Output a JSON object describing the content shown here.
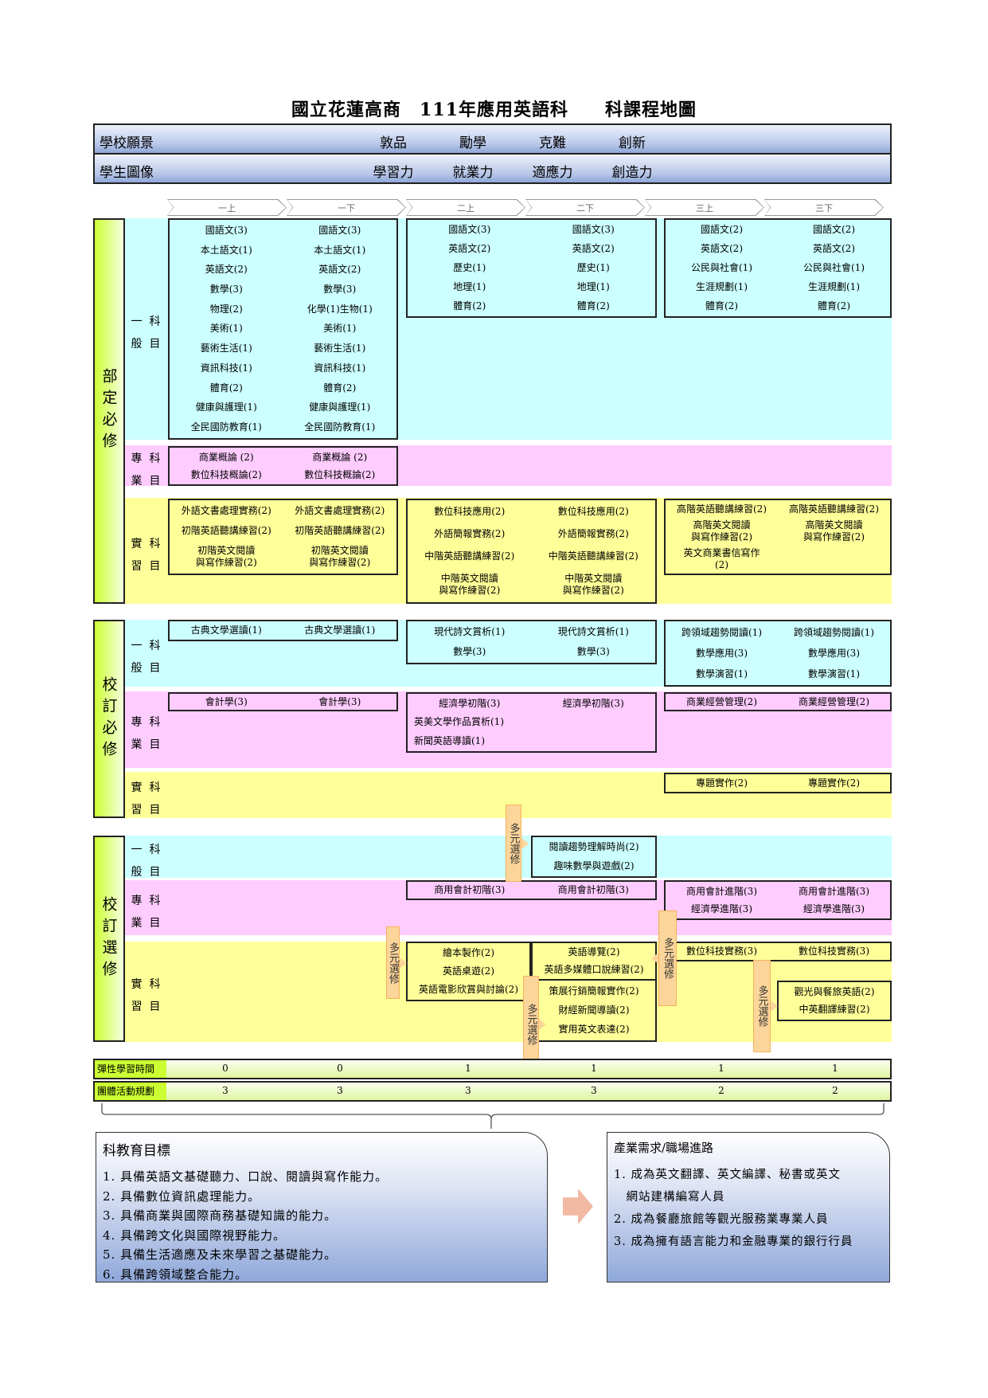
{
  "title": "國立花蓮高商　111年應用英語科　　科課程地圖",
  "vision": {
    "label": "學校願景",
    "values": [
      "敦品",
      "勵學",
      "克難",
      "創新"
    ]
  },
  "portrait": {
    "label": "學生圖像",
    "values": [
      "學習力",
      "就業力",
      "適應力",
      "創造力"
    ]
  },
  "semesters": [
    "一上",
    "一下",
    "二上",
    "二下",
    "三上",
    "三下"
  ],
  "sections": [
    {
      "label": "部定必修",
      "rows": [
        {
          "label": [
            "一",
            "科",
            "般",
            "目"
          ]
        },
        {
          "label": [
            "專",
            "科",
            "業",
            "目"
          ]
        },
        {
          "label": [
            "實",
            "科",
            "習",
            "目"
          ]
        }
      ]
    },
    {
      "label": "校訂必修",
      "rows": [
        {
          "label": [
            "一",
            "科",
            "般",
            "目"
          ]
        },
        {
          "label": [
            "專",
            "科",
            "業",
            "目"
          ]
        },
        {
          "label": [
            "實",
            "科",
            "習",
            "目"
          ]
        }
      ]
    },
    {
      "label": "校訂選修",
      "rows": [
        {
          "label": [
            "一",
            "科",
            "般",
            "目"
          ]
        },
        {
          "label": [
            "專",
            "科",
            "業",
            "目"
          ]
        },
        {
          "label": [
            "實",
            "科",
            "習",
            "目"
          ]
        }
      ]
    }
  ],
  "boxes": [
    {
      "id": "s1g1",
      "color": "cyan",
      "rows": [
        [
          "國語文(3)",
          "國語文(3)"
        ],
        [
          "本土語文(1)",
          "本土語文(1)"
        ],
        [
          "英語文(2)",
          "英語文(2)"
        ],
        [
          "數學(3)",
          "數學(3)"
        ],
        [
          "物理(2)",
          "化學(1)生物(1)"
        ],
        [
          "美術(1)",
          "美術(1)"
        ],
        [
          "藝術生活(1)",
          "藝術生活(1)"
        ],
        [
          "資訊科技(1)",
          "資訊科技(1)"
        ],
        [
          "體育(2)",
          "體育(2)"
        ],
        [
          "健康與護理(1)",
          "健康與護理(1)"
        ],
        [
          "全民國防教育(1)",
          "全民國防教育(1)"
        ]
      ]
    },
    {
      "id": "s1g2",
      "color": "cyan",
      "rows": [
        [
          "國語文(3)",
          "國語文(3)"
        ],
        [
          "英語文(2)",
          "英語文(2)"
        ],
        [
          "歷史(1)",
          "歷史(1)"
        ],
        [
          "地理(1)",
          "地理(1)"
        ],
        [
          "體育(2)",
          "體育(2)"
        ]
      ]
    },
    {
      "id": "s1g3",
      "color": "cyan",
      "rows": [
        [
          "國語文(2)",
          "國語文(2)"
        ],
        [
          "英語文(2)",
          "英語文(2)"
        ],
        [
          "公民與社會(1)",
          "公民與社會(1)"
        ],
        [
          "生涯規劃(1)",
          "生涯規劃(1)"
        ],
        [
          "體育(2)",
          "體育(2)"
        ]
      ]
    },
    {
      "id": "s1p1",
      "color": "pink",
      "rows": [
        [
          "商業概論 (2)",
          "商業概論 (2)"
        ],
        [
          "數位科技概論(2)",
          "數位科技概論(2)"
        ]
      ]
    },
    {
      "id": "s1r1",
      "color": "yellow",
      "rows": [
        [
          "外語文書處理實務(2)",
          "外語文書處理實務(2)"
        ],
        [
          "初階英語聽講練習(2)",
          "初階英語聽講練習(2)"
        ],
        [
          "初階英文閱讀\n與寫作練習(2)",
          "初階英文閱讀\n與寫作練習(2)"
        ]
      ]
    },
    {
      "id": "s1r2",
      "color": "yellow",
      "rows": [
        [
          "數位科技應用(2)",
          "數位科技應用(2)"
        ],
        [
          "外語簡報實務(2)",
          "外語簡報實務(2)"
        ],
        [
          "中階英語聽講練習(2)",
          "中階英語聽講練習(2)"
        ],
        [
          "中階英文閱讀\n與寫作練習(2)",
          "中階英文閱讀\n與寫作練習(2)"
        ]
      ]
    },
    {
      "id": "s1r3",
      "color": "yellow",
      "rows": [
        [
          "高階英語聽講練習(2)",
          "高階英語聽講練習(2)"
        ],
        [
          "高階英文閱讀\n與寫作練習(2)",
          "高階英文閱讀\n與寫作練習(2)"
        ],
        [
          "英文商業書信寫作\n(2)",
          ""
        ]
      ]
    },
    {
      "id": "s2g1",
      "color": "cyan",
      "rows": [
        [
          "古典文學選讀(1)",
          "古典文學選讀(1)"
        ]
      ]
    },
    {
      "id": "s2g2",
      "color": "cyan",
      "rows": [
        [
          "現代詩文賞析(1)",
          "現代詩文賞析(1)"
        ],
        [
          "數學(3)",
          "數學(3)"
        ]
      ]
    },
    {
      "id": "s2g3",
      "color": "cyan",
      "rows": [
        [
          "跨領域趨勢閱讀(1)",
          "跨領域趨勢閱讀(1)"
        ],
        [
          "數學應用(3)",
          "數學應用(3)"
        ],
        [
          "數學演習(1)",
          "數學演習(1)"
        ]
      ]
    },
    {
      "id": "s2p1",
      "color": "pink",
      "rows": [
        [
          "會計學(3)",
          "會計學(3)"
        ]
      ]
    },
    {
      "id": "s2p2",
      "color": "pink",
      "rows": [
        [
          "經濟學初階(3)",
          "經濟學初階(3)"
        ],
        [
          "英美文學作品賞析(1)",
          ""
        ],
        [
          "新聞英語導讀(1)",
          ""
        ]
      ]
    },
    {
      "id": "s2p3",
      "color": "pink",
      "rows": [
        [
          "商業經營管理(2)",
          "商業經營管理(2)"
        ]
      ]
    },
    {
      "id": "s2r3",
      "color": "yellow",
      "rows": [
        [
          "專題實作(2)",
          "專題實作(2)"
        ]
      ]
    },
    {
      "id": "s3g",
      "color": "cyan",
      "rows": [
        [
          "閱讀趨勢理解時尚(2)"
        ],
        [
          "趣味數學與遊戲(2)"
        ]
      ]
    },
    {
      "id": "s3p1",
      "color": "pink",
      "rows": [
        [
          "商用會計初階(3)",
          "商用會計初階(3)"
        ]
      ]
    },
    {
      "id": "s3p3",
      "color": "pink",
      "rows": [
        [
          "商用會計進階(3)",
          "商用會計進階(3)"
        ],
        [
          "經濟學進階(3)",
          "經濟學進階(3)"
        ]
      ]
    },
    {
      "id": "s3r1",
      "color": "yellow",
      "rows": [
        [
          "繪本製作(2)"
        ],
        [
          "英語桌遊(2)"
        ],
        [
          "英語電影欣賞與討論(2)"
        ]
      ]
    },
    {
      "id": "s3r2a",
      "color": "yellow",
      "rows": [
        [
          "英語導覽(2)"
        ],
        [
          "英語多媒體口說練習(2)"
        ]
      ]
    },
    {
      "id": "s3r2b",
      "color": "yellow",
      "rows": [
        [
          "策展行銷簡報實作(2)"
        ],
        [
          "財經新聞導讀(2)"
        ],
        [
          "實用英文表達(2)"
        ]
      ]
    },
    {
      "id": "s3r3",
      "color": "yellow",
      "rows": [
        [
          "數位科技實務(3)",
          "數位科技實務(3)"
        ]
      ]
    },
    {
      "id": "s3r4",
      "color": "yellow",
      "rows": [
        [
          "觀光與餐旅英語(2)"
        ],
        [
          "中英翻譯練習(2)"
        ]
      ]
    }
  ],
  "multi_label": "多元選修",
  "flex_hours": {
    "label": "彈性學習時間",
    "values": [
      "0",
      "0",
      "1",
      "1",
      "1",
      "1"
    ]
  },
  "group_activity": {
    "label": "團體活動規劃",
    "values": [
      "3",
      "3",
      "3",
      "3",
      "2",
      "2"
    ]
  },
  "goals": {
    "heading": "科教育目標",
    "items": [
      "1. 具備英語文基礎聽力、口說、閱讀與寫作能力。",
      "2. 具備數位資訊處理能力。",
      "3. 具備商業與國際商務基礎知識的能力。",
      "4. 具備跨文化與國際視野能力。",
      "5. 具備生活適應及未來學習之基礎能力。",
      "6. 具備跨領域整合能力。"
    ]
  },
  "careers": {
    "heading": "產業需求/職場進路",
    "items": [
      "1. 成為英文翻譯、英文編譯、秘書或英文\n　網站建構編寫人員",
      "2. 成為餐廳旅館等觀光服務業專業人員",
      "3. 成為擁有語言能力和金融專業的銀行行員"
    ]
  }
}
